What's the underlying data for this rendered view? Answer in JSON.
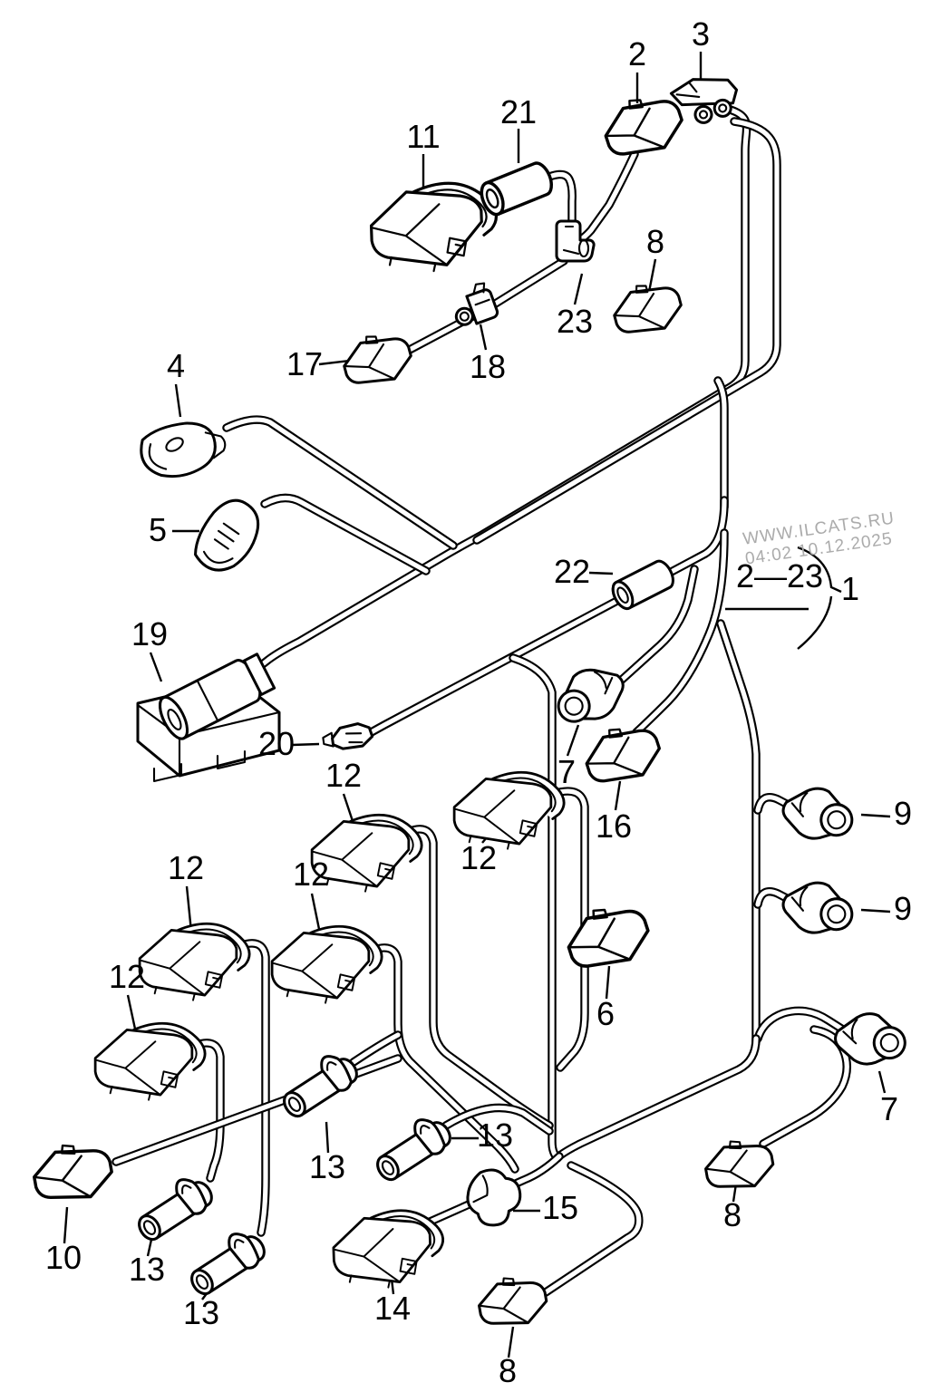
{
  "diagram": {
    "kind": "wiring-harness-exploded-parts-diagram",
    "background_color": "#ffffff",
    "line_color": "#000000"
  },
  "watermark": {
    "site": "WWW.ILCATS.RU",
    "timestamp": "04:02 10.12.2025",
    "color": "#ababab"
  },
  "legend": {
    "range": "2—23",
    "assembly": "1"
  },
  "callouts": [
    {
      "id": "callout-2-top",
      "text": "2"
    },
    {
      "id": "callout-3",
      "text": "3"
    },
    {
      "id": "callout-21",
      "text": "21"
    },
    {
      "id": "callout-11",
      "text": "11"
    },
    {
      "id": "callout-23",
      "text": "23"
    },
    {
      "id": "callout-8-top",
      "text": "8"
    },
    {
      "id": "callout-17",
      "text": "17"
    },
    {
      "id": "callout-18",
      "text": "18"
    },
    {
      "id": "callout-4",
      "text": "4"
    },
    {
      "id": "callout-5",
      "text": "5"
    },
    {
      "id": "callout-22",
      "text": "22"
    },
    {
      "id": "callout-19",
      "text": "19"
    },
    {
      "id": "callout-20",
      "text": "20"
    },
    {
      "id": "callout-7-mid",
      "text": "7"
    },
    {
      "id": "callout-16",
      "text": "16"
    },
    {
      "id": "callout-12-a",
      "text": "12"
    },
    {
      "id": "callout-12-b",
      "text": "12"
    },
    {
      "id": "callout-12-c",
      "text": "12"
    },
    {
      "id": "callout-12-d",
      "text": "12"
    },
    {
      "id": "callout-12-e",
      "text": "12"
    },
    {
      "id": "callout-9-upper",
      "text": "9"
    },
    {
      "id": "callout-9-lower",
      "text": "9"
    },
    {
      "id": "callout-6",
      "text": "6"
    },
    {
      "id": "callout-7-bottom",
      "text": "7"
    },
    {
      "id": "callout-13-a",
      "text": "13"
    },
    {
      "id": "callout-13-b",
      "text": "13"
    },
    {
      "id": "callout-10",
      "text": "10"
    },
    {
      "id": "callout-13-c",
      "text": "13"
    },
    {
      "id": "callout-13-d",
      "text": "13"
    },
    {
      "id": "callout-15",
      "text": "15"
    },
    {
      "id": "callout-14",
      "text": "14"
    },
    {
      "id": "callout-8-right",
      "text": "8"
    },
    {
      "id": "callout-8-bottom",
      "text": "8"
    }
  ]
}
